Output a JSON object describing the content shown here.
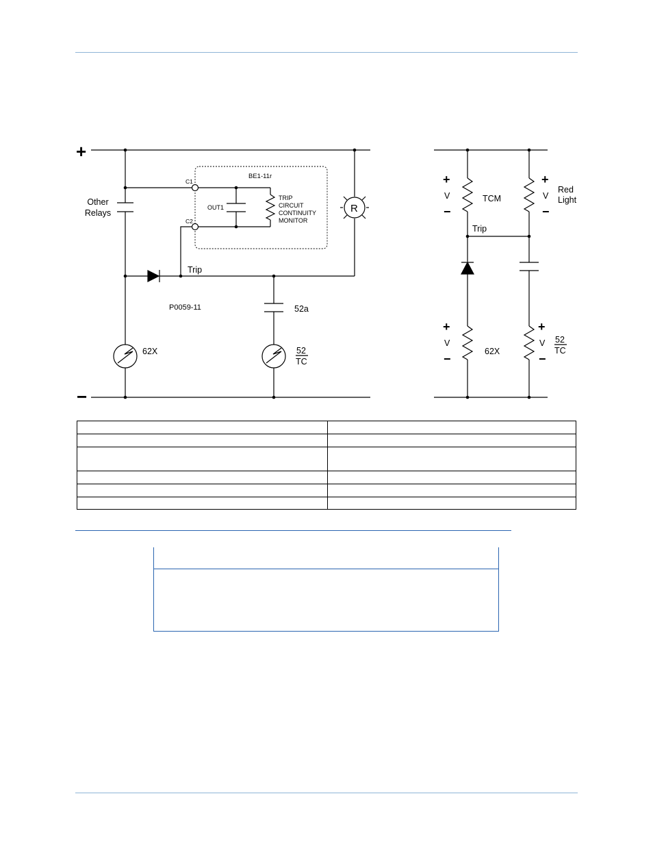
{
  "diagram": {
    "left": {
      "plus_sign": "+",
      "minus_sign": "−",
      "other_relays_line1": "Other",
      "other_relays_line2": "Relays",
      "device_name": "BE1-11r",
      "terminal_c1": "C1",
      "terminal_c2": "C2",
      "output_label": "OUT1",
      "tcm_line1": "TRIP",
      "tcm_line2": "CIRCUIT",
      "tcm_line3": "CONTINUITY",
      "tcm_line4": "MONITOR",
      "red_lamp_letter": "R",
      "trip_label": "Trip",
      "drawing_number": "P0059-11",
      "contact_52a": "52a",
      "coil_62x": "62X",
      "coil_52_top": "52",
      "coil_52_bottom": "TC"
    },
    "right": {
      "plus_sign": "+",
      "minus_sign": "−",
      "voltage_symbol": "V",
      "tcm_label": "TCM",
      "red_light_line1": "Red",
      "red_light_line2": "Light",
      "trip_label": "Trip",
      "coil_62x": "62X",
      "coil_52_top": "52",
      "coil_52_bottom": "TC"
    }
  },
  "table": {
    "rows": [
      [
        "",
        ""
      ],
      [
        "",
        ""
      ],
      [
        "",
        ""
      ],
      [
        "",
        ""
      ],
      [
        "",
        ""
      ],
      [
        "",
        ""
      ]
    ]
  },
  "note": {
    "header": "",
    "body": ""
  },
  "colors": {
    "rule": "#8fb4d6",
    "note_border": "#2a64b0"
  }
}
